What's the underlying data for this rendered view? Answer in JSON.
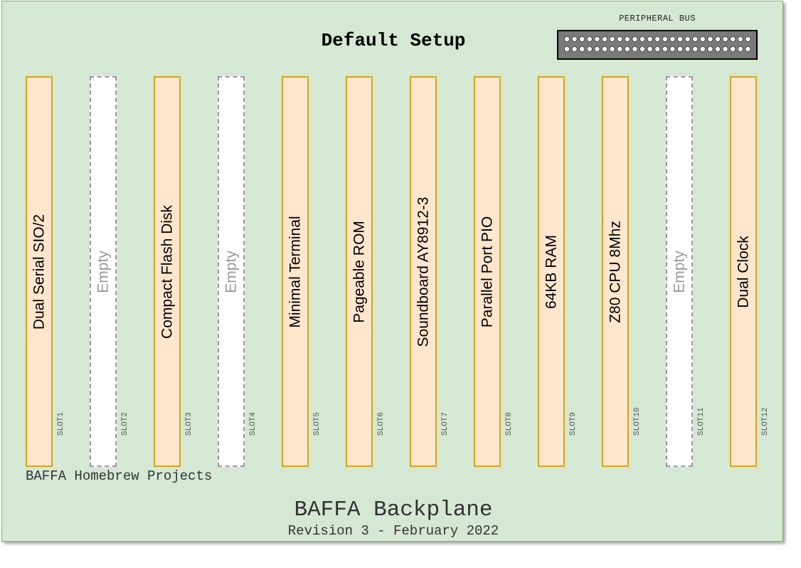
{
  "title": "Default Setup",
  "peripheral_bus": {
    "label": "PERIPHERAL BUS",
    "rows": 2,
    "pins_per_row": 25
  },
  "slots": [
    {
      "label": "Dual Serial SIO/2",
      "tag": "SLOT1",
      "state": "filled"
    },
    {
      "label": "Empty",
      "tag": "SLOT2",
      "state": "empty"
    },
    {
      "label": "Compact Flash Disk",
      "tag": "SLOT3",
      "state": "filled"
    },
    {
      "label": "Empty",
      "tag": "SLOT4",
      "state": "empty"
    },
    {
      "label": "Minimal Terminal",
      "tag": "SLOT5",
      "state": "filled"
    },
    {
      "label": "Pageable ROM",
      "tag": "SLOT6",
      "state": "filled"
    },
    {
      "label": "Soundboard AY8912-3",
      "tag": "SLOT7",
      "state": "filled"
    },
    {
      "label": "Parallel Port PIO",
      "tag": "SLOT8",
      "state": "filled"
    },
    {
      "label": "64KB RAM",
      "tag": "SLOT9",
      "state": "filled"
    },
    {
      "label": "Z80 CPU 8Mhz",
      "tag": "SLOT10",
      "state": "filled"
    },
    {
      "label": "Empty",
      "tag": "SLOT11",
      "state": "empty"
    },
    {
      "label": "Dual Clock",
      "tag": "SLOT12",
      "state": "filled"
    }
  ],
  "footer": {
    "brand": "BAFFA Homebrew Projects",
    "title": "BAFFA Backplane",
    "subtitle": "Revision 3 - February 2022"
  },
  "colors": {
    "board": "#d5e8d4",
    "board_border": "#82b366",
    "slot_filled": "#ffe6cc",
    "slot_filled_border": "#d6a41a",
    "slot_empty": "#ffffff",
    "slot_empty_border": "#999999"
  }
}
